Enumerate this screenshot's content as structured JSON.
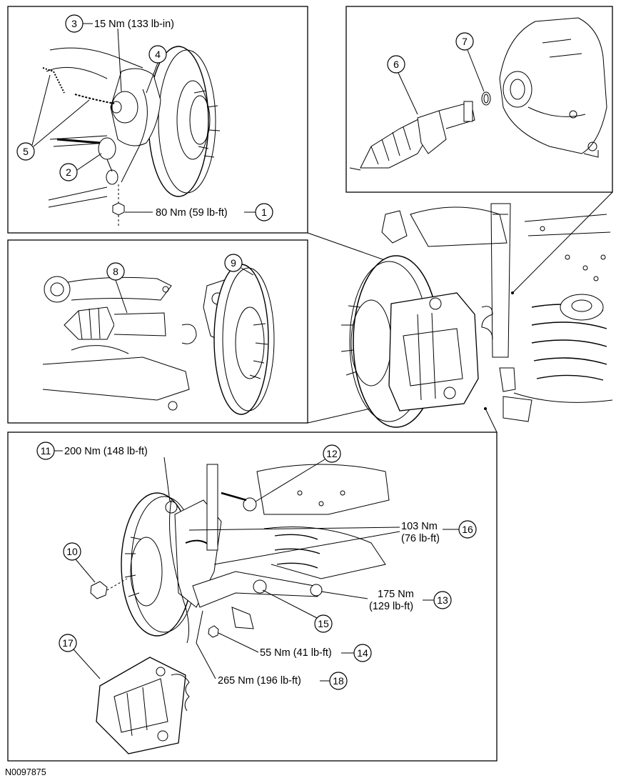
{
  "figure_id": "N0097875",
  "callouts": {
    "c1": "1",
    "c2": "2",
    "c3": "3",
    "c4": "4",
    "c5": "5",
    "c6": "6",
    "c7": "7",
    "c8": "8",
    "c9": "9",
    "c10": "10",
    "c11": "11",
    "c12": "12",
    "c13": "13",
    "c14": "14",
    "c15": "15",
    "c16": "16",
    "c17": "17",
    "c18": "18"
  },
  "torques": {
    "t1": "80 Nm (59 lb-ft)",
    "t3": "15 Nm (133 lb-in)",
    "t11": "200 Nm (148 lb-ft)",
    "t13_line1": "175 Nm",
    "t13_line2": "(129 lb-ft)",
    "t14": "55 Nm (41 lb-ft)",
    "t16_line1": "103 Nm",
    "t16_line2": "(76 lb-ft)",
    "t18": "265 Nm (196 lb-ft)"
  }
}
